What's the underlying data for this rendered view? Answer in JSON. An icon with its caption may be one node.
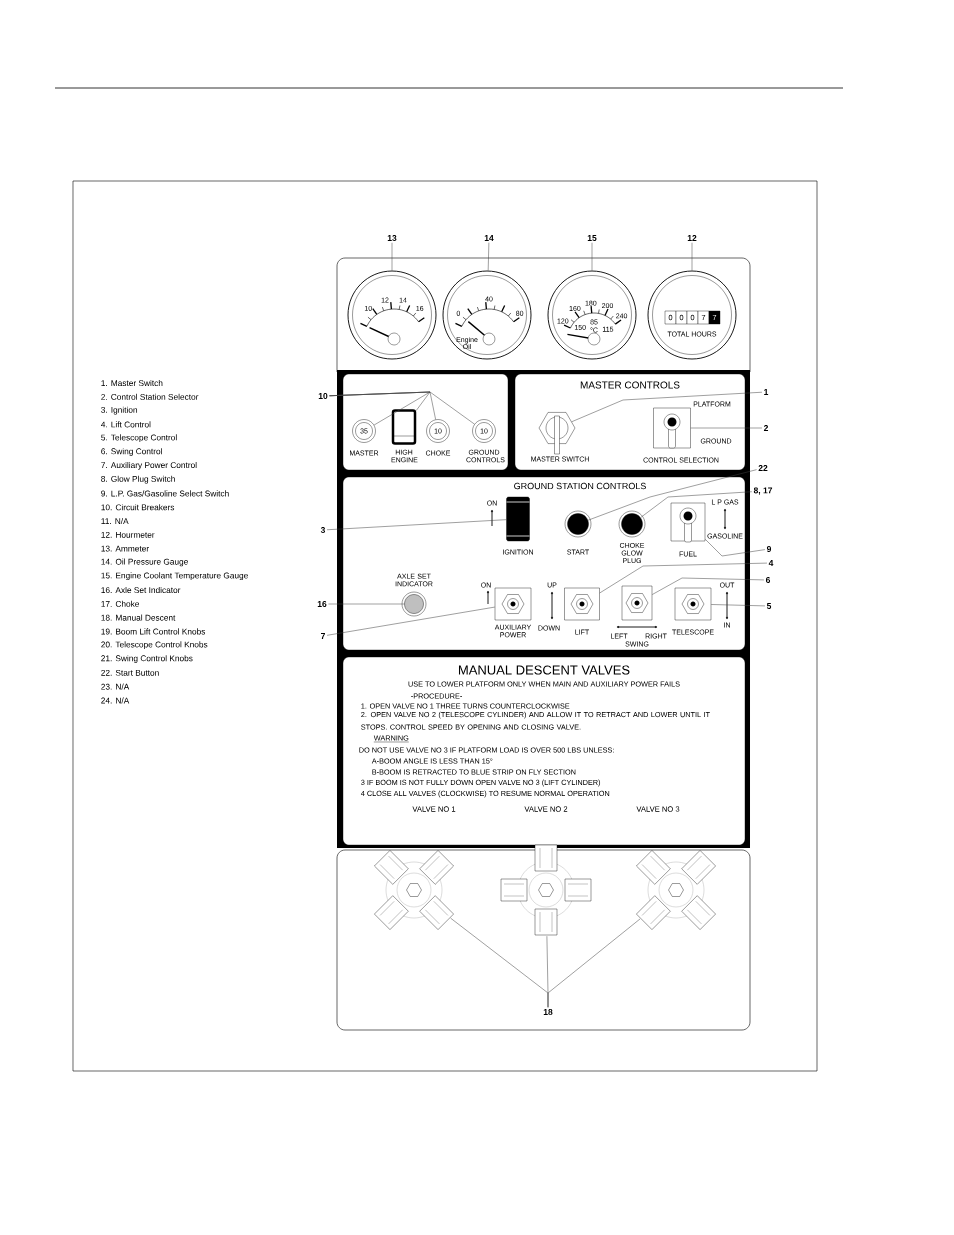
{
  "diagram": {
    "nodes": [
      {
        "text": [
          "13"
        ]
      },
      {
        "text": [
          "14"
        ]
      },
      {
        "text": [
          "15"
        ]
      },
      {
        "text": [
          "12"
        ]
      },
      {
        "text": [
          "10",
          "12",
          "14",
          "16"
        ]
      },
      {
        "text": [
          "0",
          "40",
          "80",
          "Engine Oil"
        ]
      },
      {
        "text": [
          "120",
          "160",
          "180",
          "200",
          "240",
          "150",
          "85",
          "°C",
          "115"
        ]
      },
      {
        "text": [
          "0",
          "0",
          "0",
          "7",
          "7",
          "TOTAL HOURS"
        ]
      },
      {
        "text": [
          "10"
        ]
      },
      {
        "text": [
          "35"
        ],
        "beside": [
          "MASTER"
        ]
      },
      {
        "text": [],
        "shape": "box",
        "beside": [
          "HIGH ENGINE"
        ]
      },
      {
        "text": [
          "10"
        ],
        "beside": [
          "CHOKE"
        ]
      },
      {
        "text": [
          "10"
        ],
        "beside": [
          "GROUND CONTROLS"
        ]
      },
      {
        "text": [
          "MASTER CONTROLS"
        ]
      },
      {
        "text": [],
        "shape": "switch",
        "in": 13,
        "beside": [
          "MASTER SWITCH"
        ]
      },
      {
        "text": [],
        "shape": "toggle",
        "in": 13,
        "beside": [
          "PLATFORM",
          "GROUND",
          "CONTROL SELECTION"
        ]
      },
      {
        "text": [
          "1"
        ]
      },
      {
        "text": [
          "2"
        ]
      },
      {
        "text": [
          "GROUND STATION CONTROLS"
        ]
      },
      {
        "text": [],
        "shape": "box",
        "in": 18,
        "beside": [
          "ON",
          "IGNITION"
        ]
      },
      {
        "text": [],
        "shape": "circle",
        "in": 18,
        "beside": [
          "START"
        ]
      },
      {
        "text": [],
        "shape": "circle",
        "in": 18,
        "beside": [
          "CHOKE GLOW PLUG"
        ]
      },
      {
        "text": [],
        "shape": "toggle",
        "in": 18,
        "beside": [
          "L P GAS",
          "GASOLINE",
          "FUEL"
        ]
      },
      {
        "text": [
          "22"
        ]
      },
      {
        "text": [
          "8, 17"
        ]
      },
      {
        "text": [
          "9"
        ]
      },
      {
        "text": [
          "3"
        ]
      },
      {
        "text": [],
        "shape": "circle",
        "in": 18,
        "beside": [
          "AXLE SET INDICATOR"
        ]
      },
      {
        "text": [],
        "shape": "toggle",
        "in": 18,
        "beside": [
          "ON",
          "AUXILIARY POWER"
        ]
      },
      {
        "text": [],
        "shape": "toggle",
        "in": 18,
        "beside": [
          "UP",
          "DOWN",
          "LIFT"
        ]
      },
      {
        "text": [],
        "shape": "toggle",
        "in": 18,
        "beside": [
          "LEFT",
          "RIGHT",
          "SWING"
        ]
      },
      {
        "text": [],
        "shape": "toggle",
        "in": 18,
        "beside": [
          "OUT",
          "IN",
          "TELESCOPE"
        ]
      },
      {
        "text": [
          "4"
        ]
      },
      {
        "text": [
          "6"
        ]
      },
      {
        "text": [
          "5"
        ]
      },
      {
        "text": [
          "16"
        ]
      },
      {
        "text": [
          "7"
        ]
      },
      {
        "text": [
          "MANUAL DESCENT VALVES",
          "USE TO LOWER PLATFORM ONLY WHEN MAIN AND AUXILIARY POWER FAILS",
          "-PROCEDURE-",
          "1. OPEN VALVE NO 1 THREE TURNS COUNTERCLOCKWISE",
          "2. OPEN VALVE NO 2 (TELESCOPE CYLINDER) AND ALLOW IT TO RETRACT AND LOWER UNTIL IT STOPS. CONTROL SPEED BY OPENING AND CLOSING VALVE.",
          "WARNING",
          "DO NOT USE VALVE NO 3 IF PLATFORM LOAD IS OVER 500 LBS UNLESS:",
          "A-BOOM ANGLE IS LESS THAN 15°",
          "B-BOOM IS RETRACTED TO BLUE STRIP ON FLY SECTION",
          "3 IF BOOM IS NOT FULLY DOWN OPEN VALVE NO 3 (LIFT CYLINDER)",
          "4 CLOSE ALL VALVES (CLOCKWISE) TO RESUME NORMAL OPERATION",
          "VALVE NO 1",
          "VALVE NO 2",
          "VALVE NO 3"
        ]
      },
      {
        "text": [],
        "shape": "knob"
      },
      {
        "text": [],
        "shape": "knob"
      },
      {
        "text": [],
        "shape": "knob"
      },
      {
        "text": [
          "18"
        ]
      }
    ],
    "edges": [
      {
        "from": 0,
        "to": 4,
        "arrow": "none"
      },
      {
        "from": 1,
        "to": 5,
        "arrow": "none"
      },
      {
        "from": 2,
        "to": 6,
        "arrow": "none"
      },
      {
        "from": 3,
        "to": 7,
        "arrow": "none"
      },
      {
        "from": 8,
        "to": 9,
        "arrow": "none"
      },
      {
        "from": 8,
        "to": 10,
        "arrow": "none"
      },
      {
        "from": 8,
        "to": 11,
        "arrow": "none"
      },
      {
        "from": 8,
        "to": 12,
        "arrow": "none"
      },
      {
        "from": 16,
        "to": 14,
        "arrow": "none"
      },
      {
        "from": 17,
        "to": 15,
        "arrow": "none"
      },
      {
        "from": 23,
        "to": 20,
        "arrow": "none"
      },
      {
        "from": 24,
        "to": 21,
        "arrow": "none"
      },
      {
        "from": 25,
        "to": 22,
        "arrow": "none"
      },
      {
        "from": 26,
        "to": 19,
        "arrow": "none"
      },
      {
        "from": 32,
        "to": 29,
        "arrow": "none"
      },
      {
        "from": 33,
        "to": 30,
        "arrow": "none"
      },
      {
        "from": 34,
        "to": 31,
        "arrow": "none"
      },
      {
        "from": 35,
        "to": 27,
        "arrow": "none"
      },
      {
        "from": 36,
        "to": 28,
        "arrow": "none"
      },
      {
        "from": 41,
        "to": 38,
        "arrow": "none"
      },
      {
        "from": 41,
        "to": 39,
        "arrow": "none"
      },
      {
        "from": 41,
        "to": 40,
        "arrow": "none"
      }
    ],
    "labels": [
      "1. Master Switch",
      "2. Control Station Selector",
      "3. Ignition",
      "4. Lift Control",
      "5. Telescope Control",
      "6. Swing Control",
      "7. Auxiliary Power Control",
      "8. Glow Plug Switch",
      "9. L.P. Gas/Gasoline Select Switch",
      "10. Circuit Breakers",
      "11. N/A",
      "12. Hourmeter",
      "13. Ammeter",
      "14. Oil Pressure Gauge",
      "15. Engine Coolant Temperature Gauge",
      "16. Axle Set Indicator",
      "17. Choke",
      "18. Manual Descent",
      "19. Boom Lift Control Knobs",
      "20. Telescope Control Knobs",
      "21. Swing Control Knobs",
      "22. Start Button",
      "23. N/A",
      "24. N/A"
    ]
  }
}
